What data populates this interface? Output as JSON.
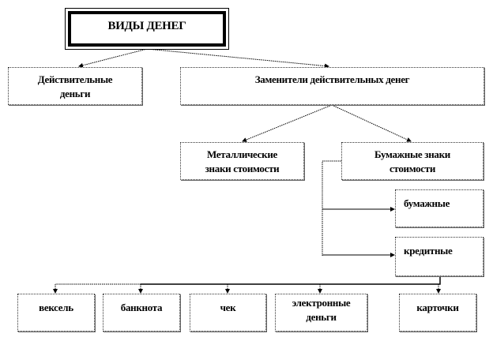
{
  "title": "ВИДЫ ДЕНЕГ",
  "level1": {
    "real_money": "Действительные деньги",
    "substitutes": "Заменители действительных денег"
  },
  "level2": {
    "metal": "Металлические знаки стоимости",
    "paper": "Бумажные знаки стоимости"
  },
  "level3": {
    "paper_money": "бумажные",
    "credit_money": "кредитные"
  },
  "credit_types": [
    "вексель",
    "банкнота",
    "чек",
    "электронные деньги",
    "карточки"
  ]
}
